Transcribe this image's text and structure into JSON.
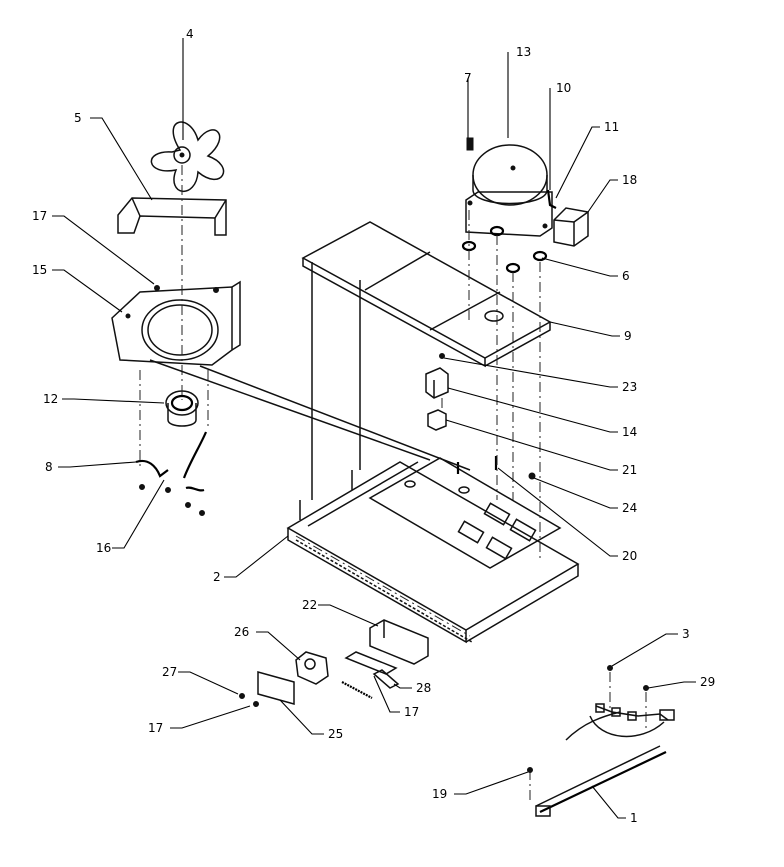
{
  "callouts": {
    "c1": "1",
    "c2": "2",
    "c3": "3",
    "c4": "4",
    "c5": "5",
    "c6": "6",
    "c7": "7",
    "c8": "8",
    "c9": "9",
    "c10": "10",
    "c11": "11",
    "c12": "12",
    "c13": "13",
    "c14": "14",
    "c15": "15",
    "c16": "16",
    "c17a": "17",
    "c17b": "17",
    "c17c": "17",
    "c18": "18",
    "c19": "19",
    "c20": "20",
    "c21": "21",
    "c22": "22",
    "c23": "23",
    "c24": "24",
    "c25": "25",
    "c26": "26",
    "c27": "27",
    "c28": "28",
    "c29": "29"
  }
}
